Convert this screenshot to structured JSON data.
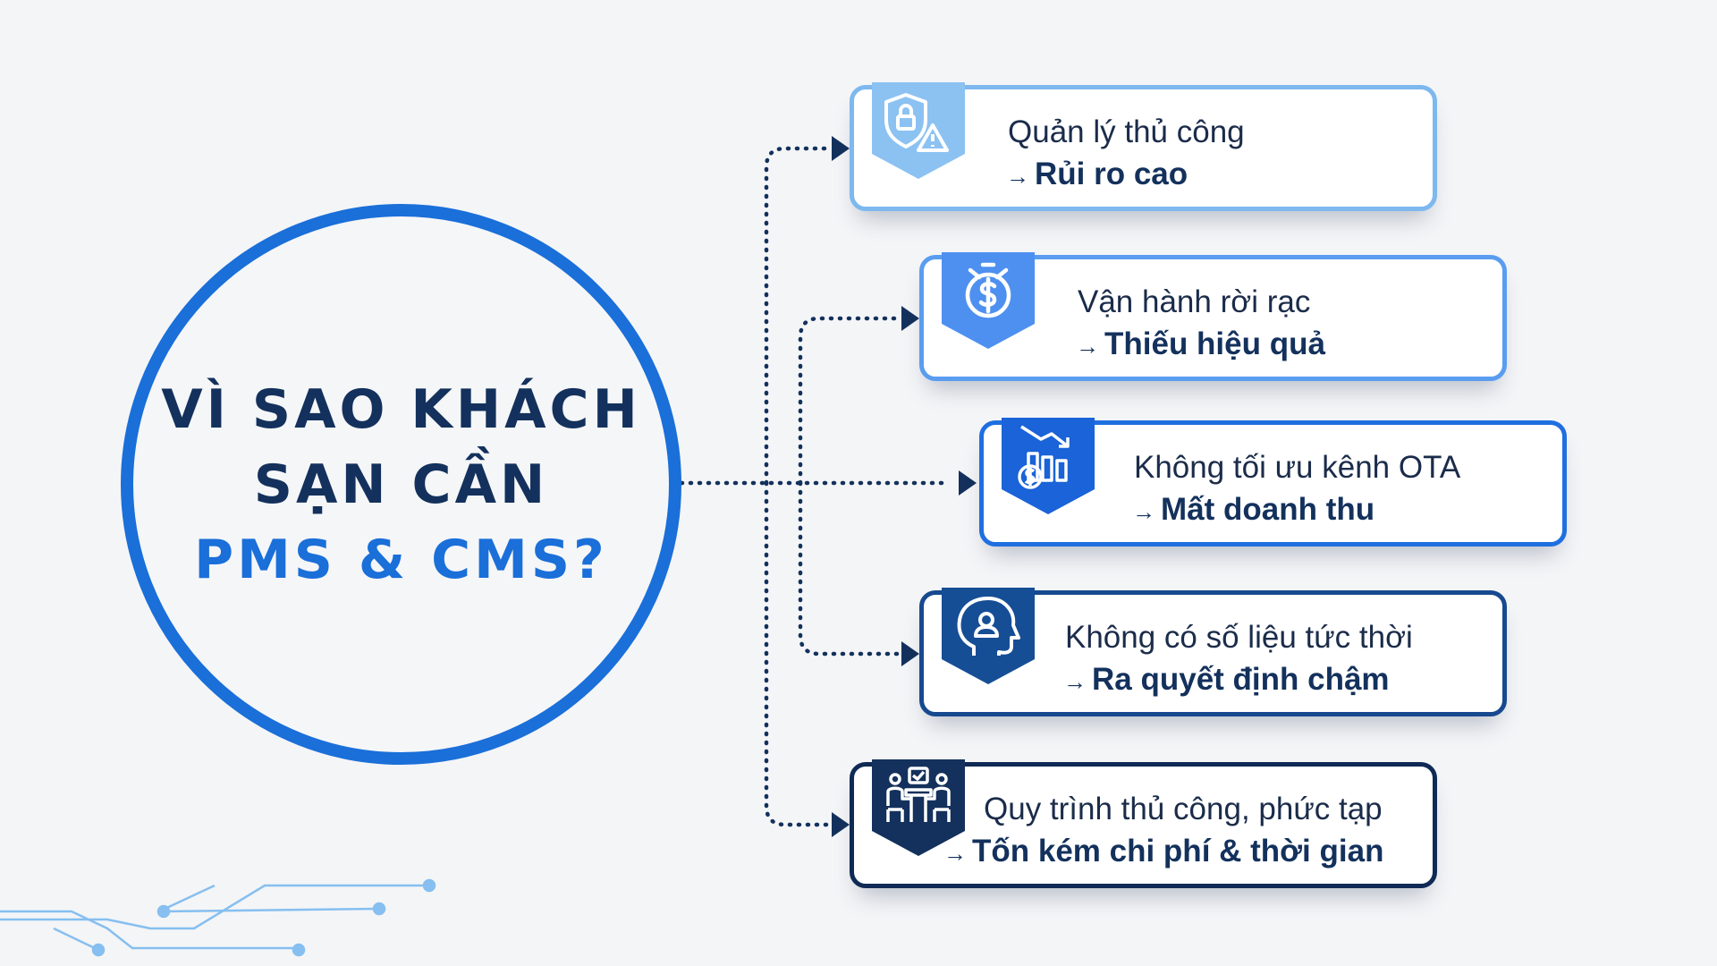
{
  "hub": {
    "line1": "VÌ SAO KHÁCH",
    "line2": "SẠN CẦN",
    "line3": "PMS & CMS?"
  },
  "arrow_symbol": "→",
  "colors": {
    "background": "#f4f5f7",
    "hub_ring": "#1a6fd9",
    "title_dark": "#13315c",
    "title_accent": "#1a6fd9",
    "connector": "#13315c",
    "circuit": "#86bff0"
  },
  "reasons": [
    {
      "icon": "shield-lock-warning-icon",
      "problem": "Quản lý thủ công",
      "consequence": "Rủi ro cao",
      "border": "#7db8ef",
      "badge": "#8cc2f2",
      "icon_color": "#ffffff"
    },
    {
      "icon": "money-clock-icon",
      "problem": "Vận hành rời rạc",
      "consequence": "Thiếu hiệu quả",
      "border": "#5a9df0",
      "badge": "#4e90f0",
      "icon_color": "#ffffff"
    },
    {
      "icon": "declining-chart-money-icon",
      "problem": "Không tối ưu kênh OTA",
      "consequence": "Mất doanh thu",
      "border": "#1f6fe0",
      "badge": "#1a63d8",
      "icon_color": "#ffffff"
    },
    {
      "icon": "head-person-icon",
      "problem": "Không có số liệu tức thời",
      "consequence": "Ra quyết định chậm",
      "border": "#17498f",
      "badge": "#164e96",
      "icon_color": "#ffffff"
    },
    {
      "icon": "team-meeting-icon",
      "problem": "Quy trình thủ công, phức tạp",
      "consequence": "Tốn kém chi phí & thời gian",
      "border": "#0f2a55",
      "badge": "#13315c",
      "icon_color": "#ffffff"
    }
  ]
}
